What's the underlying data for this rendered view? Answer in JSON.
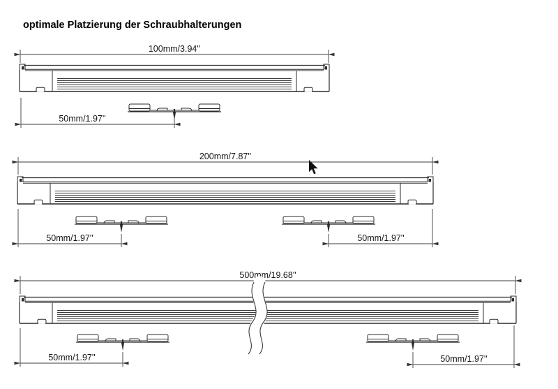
{
  "title": "optimale Platzierung der Schraubhalterungen",
  "colors": {
    "background": "#ffffff",
    "line": "#2b2b2b",
    "text": "#151515"
  },
  "diagrams": {
    "profile_100": {
      "total": "100mm/3.94''",
      "offset_left": "50mm/1.97''"
    },
    "profile_200": {
      "total": "200mm/7.87''",
      "offset_left": "50mm/1.97''",
      "offset_right": "50mm/1.97''"
    },
    "profile_500": {
      "total": "500mm/19.68''",
      "offset_left": "50mm/1.97''",
      "offset_right": "50mm/1.97''"
    }
  }
}
